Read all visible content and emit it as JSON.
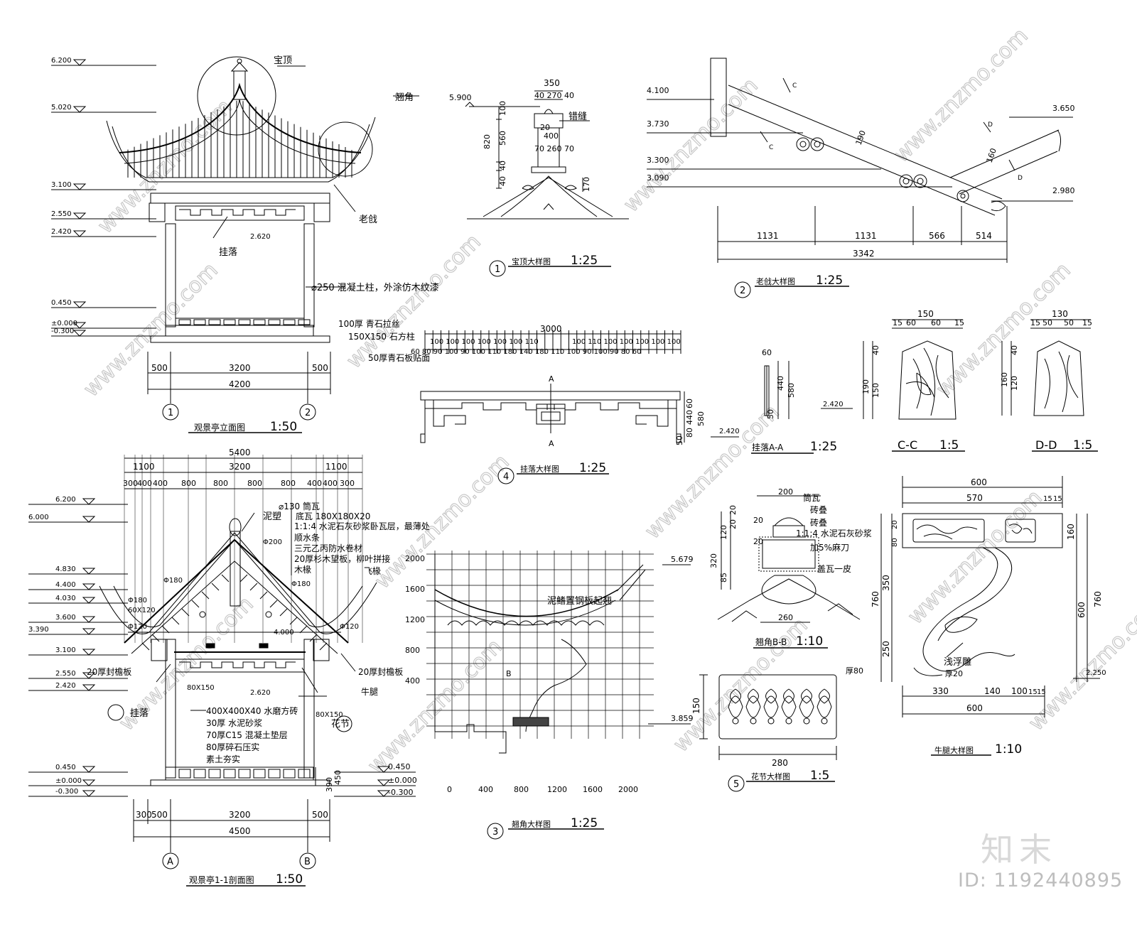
{
  "watermark": {
    "site_text": "www.znzmo.com",
    "brand_text": "知末",
    "id_text": "ID: 1192440895"
  },
  "elevation": {
    "title": "观景亭立面图",
    "scale": "1:50",
    "levels": [
      "6.200",
      "5.020",
      "3.100",
      "2.550",
      "2.420",
      "0.450",
      "±0.000",
      "-0.300"
    ],
    "callouts": {
      "top": "宝顶",
      "wing": "翘角",
      "laogang": "老戗",
      "gualuo": "挂落"
    },
    "column_note": "⌀250 混凝土柱，外涂仿木纹漆",
    "base_notes": [
      "100厚 青石拉丝",
      "150X150 石方柱",
      "50厚青石板贴面"
    ],
    "mid_level": "2.620",
    "dims": [
      "500",
      "3200",
      "500"
    ],
    "total": "4200",
    "axes": [
      "1",
      "2"
    ]
  },
  "finial": {
    "num": "1",
    "title": "宝顶大样图",
    "scale": "1:25",
    "level": "5.900",
    "note": "错缝",
    "top_dims": [
      "350",
      "40 270 40"
    ],
    "side_dims": [
      "100",
      "560",
      "40",
      "40"
    ],
    "total_height": "820",
    "inner_dims": [
      "20",
      "400",
      "70 260 70"
    ],
    "small_dim": "170"
  },
  "hip": {
    "num": "2",
    "title": "老戗大样图",
    "scale": "1:25",
    "levels_left": [
      "4.100",
      "3.730",
      "3.300",
      "3.090"
    ],
    "levels_right": [
      "3.650",
      "2.980"
    ],
    "dims": [
      "1131",
      "1131",
      "566",
      "514"
    ],
    "total": "3342",
    "member_dims": [
      "190",
      "160"
    ],
    "section_marks": [
      "C",
      "C",
      "D",
      "D"
    ]
  },
  "hanging": {
    "num": "4",
    "title": "挂落大样图",
    "scale": "1:25",
    "total": "3000",
    "dims_top": "100 100 100 100 100 100 110",
    "dims_top_right": "100 110 100 100 100 100 100",
    "dims_bottom": "60 80 90 100 90 100 110   180 140 180   110 100 90 100 90 80 60",
    "side_dims": [
      "60",
      "440",
      "80",
      "50"
    ],
    "total_side": "580",
    "level": "2.420",
    "section": "A"
  },
  "gualuo_section": {
    "title": "挂落A-A",
    "scale": "1:25",
    "dims": [
      "60",
      "440",
      "580",
      "50"
    ],
    "level": "2.420"
  },
  "cc": {
    "title": "C-C",
    "scale": "1:5",
    "dims_top": [
      "150",
      "15",
      "60",
      "60",
      "15"
    ],
    "dims_side": [
      "190",
      "40",
      "150"
    ]
  },
  "dd": {
    "title": "D-D",
    "scale": "1:5",
    "dims_top": [
      "130",
      "15",
      "50",
      "50",
      "15"
    ],
    "dims_side": [
      "160",
      "40",
      "120"
    ]
  },
  "section": {
    "title": "观景亭1-1剖面图",
    "scale": "1:50",
    "top_dims": [
      "1100",
      "3200",
      "1100"
    ],
    "total": "5400",
    "sub_dims": [
      "300",
      "400",
      "400",
      "800",
      "800",
      "800",
      "800",
      "400",
      "400",
      "300"
    ],
    "levels_left": [
      "6.200",
      "6.000",
      "4.830",
      "4.400",
      "4.030",
      "3.600",
      "3.390",
      "3.100",
      "2.550",
      "2.420",
      "0.450",
      "±0.000",
      "-0.300"
    ],
    "levels_right": [
      "0.450",
      "±0.000",
      "-0.300"
    ],
    "mid_levels": [
      "4.000",
      "2.620"
    ],
    "roof_notes": [
      "⌀130 筒瓦",
      "底瓦 180X180X20",
      "1:1:4 水泥石灰砂浆卧瓦层，最薄处",
      "顺水条",
      "三元乙丙防水卷材",
      "20厚杉木望板，柳叶拼接",
      "木椽"
    ],
    "labels": {
      "ridge": "泥塑",
      "flying": "飞椽",
      "eave": "20厚封檐板",
      "bracket": "牛腿",
      "flower": "花节",
      "hang": "挂落"
    },
    "phis": [
      "Φ200",
      "Φ180",
      "Φ180",
      "Φ180",
      "Φ120",
      "Φ120"
    ],
    "floor_notes": [
      "400X400X40 水磨方砖",
      "30厚 水泥砂浆",
      "70厚C15 混凝土垫层",
      "80厚碎石压实",
      "素土夯实"
    ],
    "member_labels": [
      "80X150",
      "80X150",
      "60X120"
    ],
    "dims_bottom": [
      "300",
      "500",
      "3200",
      "500"
    ],
    "total_bottom": "4500",
    "axes": [
      "A",
      "B"
    ],
    "side_dims": [
      "390",
      "450"
    ]
  },
  "wing": {
    "num": "3",
    "title": "翘角大样图",
    "scale": "1:25",
    "note": "泥鳍置钢板起翘",
    "levels": [
      "5.679",
      "3.859"
    ],
    "x_ticks": [
      "0",
      "400",
      "800",
      "1200",
      "1600",
      "2000"
    ],
    "y_ticks": [
      "2000",
      "1600",
      "1200",
      "800",
      "400"
    ],
    "mark": "B"
  },
  "wing_bb": {
    "title": "翘角B-B",
    "scale": "1:10",
    "notes": [
      "筒瓦",
      "砖叠",
      "砖叠",
      "1:1:4 水泥石灰砂浆",
      "加5%麻刀",
      "盖瓦一皮"
    ],
    "dims": [
      "200",
      "20",
      "20",
      "260"
    ],
    "side_dims": [
      "320",
      "120",
      "85",
      "20",
      "20"
    ]
  },
  "flower_detail": {
    "num": "5",
    "title": "花节大样图",
    "scale": "1:5",
    "width": "280",
    "height": "150",
    "thickness": "厚80"
  },
  "bracket_detail": {
    "title": "牛腿大样图",
    "scale": "1:10",
    "top_dims": [
      "600",
      "570",
      "15",
      "15"
    ],
    "right_dims": [
      "160",
      "760",
      "600"
    ],
    "left_dims": [
      "760",
      "350",
      "250"
    ],
    "bottom_dims": [
      "330",
      "140",
      "100",
      "15",
      "15"
    ],
    "bottom_total": "600",
    "level": "2.250",
    "note": "浅浮雕",
    "thickness": "厚20",
    "small_dims": [
      "20",
      "80"
    ]
  }
}
